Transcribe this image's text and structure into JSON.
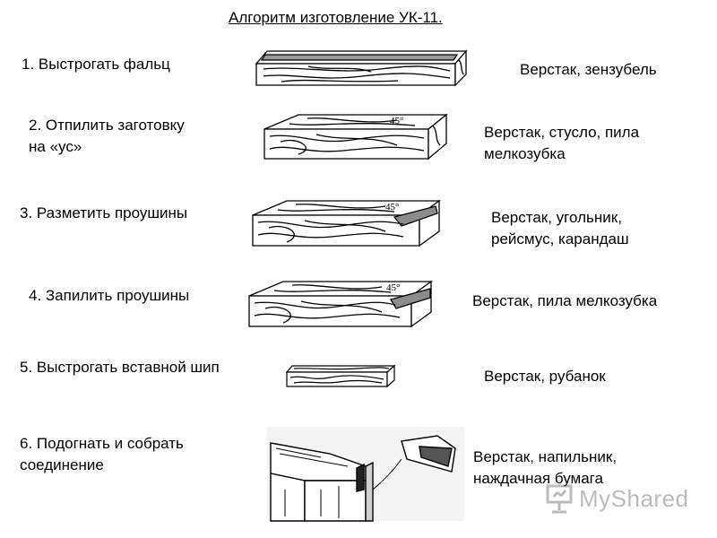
{
  "title": "Алгоритм изготовление УК-11.",
  "steps": [
    {
      "label": "1. Выстрогать фальц",
      "tool": "Верстак, зензубель",
      "angle": ""
    },
    {
      "label": "2. Отпилить заготовку\nна «ус»",
      "tool": "Верстак, стусло, пила\nмелкозубка",
      "angle": "45°"
    },
    {
      "label": "3. Разметить проушины",
      "tool": "Верстак, угольник,\nрейсмус, карандаш",
      "angle": "45°"
    },
    {
      "label": "4. Запилить проушины",
      "tool": "Верстак, пила мелкозубка",
      "angle": "45°"
    },
    {
      "label": "5. Выстрогать вставной шип",
      "tool": "Верстак, рубанок",
      "angle": ""
    },
    {
      "label": "6. Подогнать и собрать\nсоединение",
      "tool": "Верстак, напильник,\nнаждачная бумага",
      "angle": ""
    }
  ],
  "watermark": {
    "logo": "MyShared",
    "icon": "presentation-board-icon"
  }
}
